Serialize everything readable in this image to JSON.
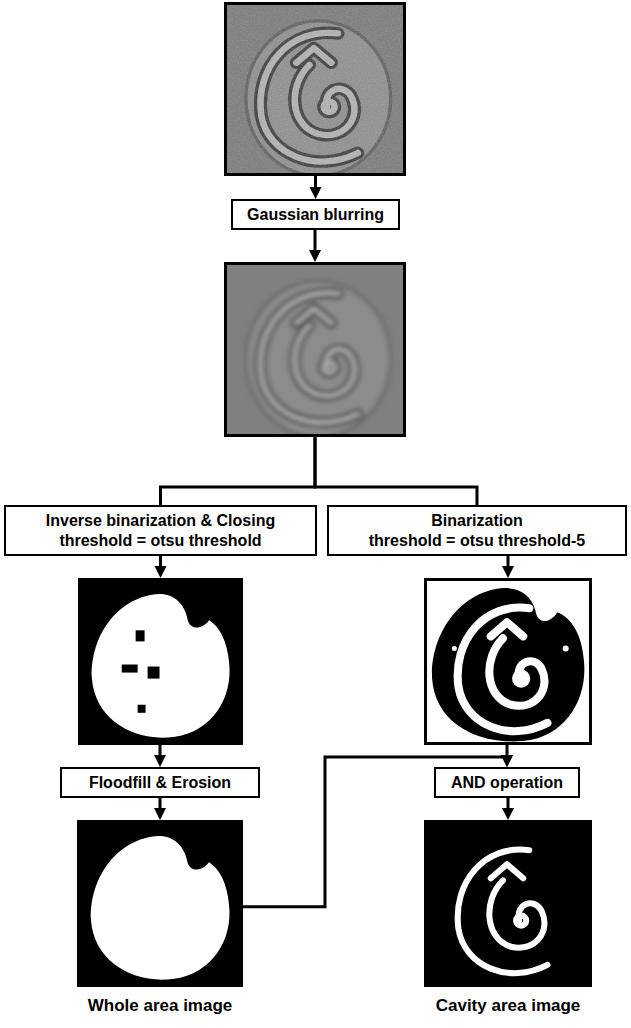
{
  "diagram": {
    "nodes": [
      {
        "text": []
      },
      {
        "text": [
          "Gaussian blurring"
        ]
      },
      {
        "text": []
      },
      {
        "text": [
          "Inverse binarization & Closing",
          "threshold = otsu threshold"
        ]
      },
      {
        "text": [
          "Binarization",
          "threshold = otsu threshold-5"
        ]
      },
      {
        "text": []
      },
      {
        "text": []
      },
      {
        "text": [
          "Floodfill & Erosion"
        ]
      },
      {
        "text": [
          "AND operation"
        ]
      },
      {
        "text": [
          "Whole area image"
        ]
      },
      {
        "text": [
          "Cavity area image"
        ]
      }
    ],
    "edges": [
      {
        "from": 0,
        "to": 1,
        "arrow": "to"
      },
      {
        "from": 1,
        "to": 2,
        "arrow": "to"
      },
      {
        "from": 2,
        "to": 3,
        "arrow": "none"
      },
      {
        "from": 2,
        "to": 4,
        "arrow": "none"
      },
      {
        "from": 3,
        "to": 5,
        "arrow": "to"
      },
      {
        "from": 4,
        "to": 6,
        "arrow": "to"
      },
      {
        "from": 5,
        "to": 7,
        "arrow": "to"
      },
      {
        "from": 6,
        "to": 8,
        "arrow": "to"
      },
      {
        "from": 7,
        "to": 9,
        "arrow": "to"
      },
      {
        "from": 9,
        "to": 8,
        "arrow": "to"
      },
      {
        "from": 8,
        "to": 10,
        "arrow": "to"
      }
    ]
  }
}
